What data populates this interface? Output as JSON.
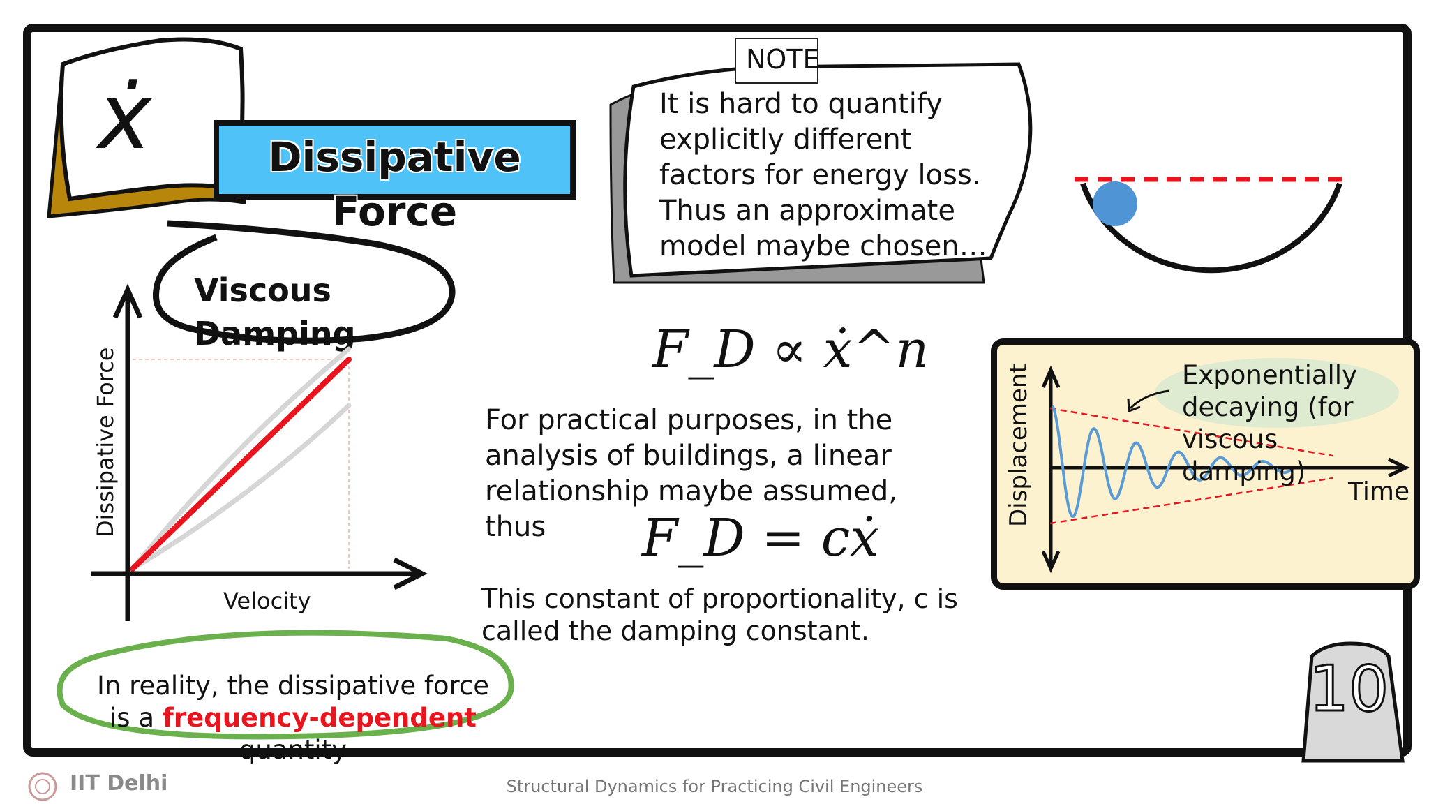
{
  "slide": {
    "title": "Dissipative Force",
    "logo_symbol": "ẋ",
    "slide_number": "10"
  },
  "note": {
    "tag": "NOTE",
    "text": "It is hard to quantify explicitly different factors for energy loss. Thus an approximate model maybe chosen…"
  },
  "viscous": {
    "label": "Viscous Damping",
    "chart_data": {
      "type": "line",
      "title": "",
      "xlabel": "Velocity",
      "ylabel": "Dissipative Force",
      "grid": false,
      "x": [
        0,
        1
      ],
      "series": [
        {
          "name": "",
          "values": [
            0,
            1
          ],
          "color": "#e8141e"
        },
        {
          "name": "",
          "values": [
            0,
            1.05
          ],
          "color": "#d6d6d6"
        },
        {
          "name": "",
          "values": [
            0,
            0.78
          ],
          "color": "#d6d6d6"
        }
      ]
    }
  },
  "reality": {
    "prefix": "In reality, the dissipative force is a ",
    "highlight": "frequency-dependent",
    "suffix": " quantity"
  },
  "math": {
    "formula1": "F_D ∝ ẋ^n",
    "practical_text": "For practical purposes, in the analysis of buildings, a linear relationship maybe assumed, thus",
    "formula2": "F_D = cẋ",
    "const_text": "This constant of proportionality, c is called the damping constant."
  },
  "decay": {
    "label": "Exponentially decaying (for viscous damping)",
    "time_label": "Time",
    "disp_label": "Displacement"
  },
  "footer": {
    "center": "Structural Dynamics for Practicing Civil Engineers",
    "brand": "IIT Delhi"
  },
  "colors": {
    "banner": "#4fc3f7",
    "accent_red": "#e8141e",
    "green_ellipse": "#6ab04c",
    "panel_bg": "#fdf2d0",
    "wave": "#5b9bd5",
    "ball": "#4f94d4"
  }
}
